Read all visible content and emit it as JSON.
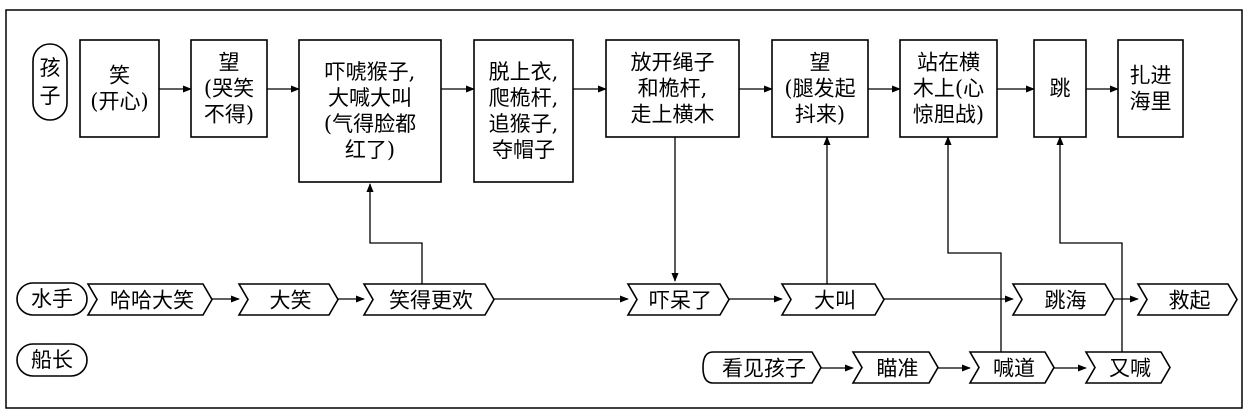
{
  "actors": {
    "child": "孩子",
    "sailors": "水手",
    "captain": "船长"
  },
  "child_row": [
    {
      "lines": [
        "笑",
        "(开心)"
      ]
    },
    {
      "lines": [
        "望",
        "(哭笑",
        "不得)"
      ]
    },
    {
      "lines": [
        "吓唬猴子,",
        "大喊大叫",
        "(气得脸都",
        "红了)"
      ]
    },
    {
      "lines": [
        "脱上衣,",
        "爬桅杆,",
        "追猴子,",
        "夺帽子"
      ]
    },
    {
      "lines": [
        "放开绳子",
        "和桅杆,",
        "走上横木"
      ]
    },
    {
      "lines": [
        "望",
        "(腿发起",
        "抖来)"
      ]
    },
    {
      "lines": [
        "站在横",
        "木上(心",
        "惊胆战)"
      ]
    },
    {
      "lines": [
        "跳"
      ]
    },
    {
      "lines": [
        "扎进",
        "海里"
      ]
    }
  ],
  "sailor_row": [
    "哈哈大笑",
    "大笑",
    "笑得更欢",
    "吓呆了",
    "大叫",
    "跳海",
    "救起"
  ],
  "captain_row": [
    "看见孩子",
    "瞄准",
    "喊道",
    "又喊"
  ]
}
